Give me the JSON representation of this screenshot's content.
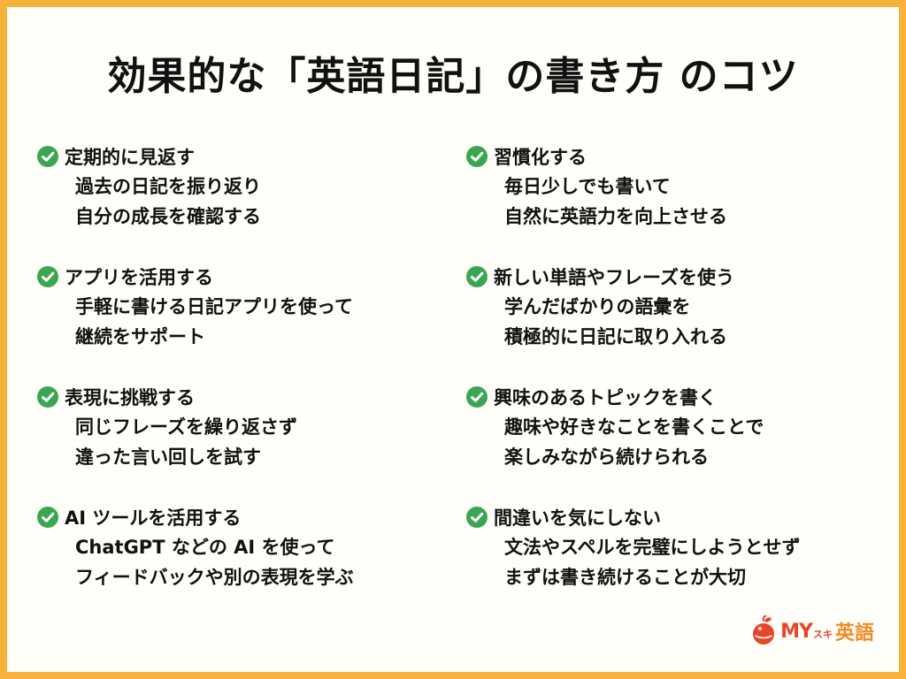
{
  "title": "効果的な「英語日記」の書き方 のコツ",
  "colors": {
    "border": "#f7b23b",
    "check": "#3aa652",
    "brand_red": "#e8452c",
    "brand_orange": "#f08a24"
  },
  "icons": {
    "tip": "check-circle-icon",
    "brand": "apple-logo-icon"
  },
  "left_tips": [
    {
      "title": "定期的に見返す",
      "lines": [
        "過去の日記を振り返り",
        "自分の成長を確認する"
      ]
    },
    {
      "title": "アプリを活用する",
      "lines": [
        "手軽に書ける日記アプリを使って",
        "継続をサポート"
      ]
    },
    {
      "title": "表現に挑戦する",
      "lines": [
        "同じフレーズを繰り返さず",
        "違った言い回しを試す"
      ]
    },
    {
      "title": "AI ツールを活用する",
      "lines": [
        "ChatGPT などの AI を使って",
        "フィードバックや別の表現を学ぶ"
      ]
    }
  ],
  "right_tips": [
    {
      "title": "習慣化する",
      "lines": [
        "毎日少しでも書いて",
        "自然に英語力を向上させる"
      ]
    },
    {
      "title": "新しい単語やフレーズを使う",
      "lines": [
        "学んだばかりの語彙を",
        "積極的に日記に取り入れる"
      ]
    },
    {
      "title": "興味のあるトピックを書く",
      "lines": [
        "趣味や好きなことを書くことで",
        "楽しみながら続けられる"
      ]
    },
    {
      "title": "間違いを気にしない",
      "lines": [
        "文法やスペルを完璧にしようとせず",
        "まずは書き続けることが大切"
      ]
    }
  ],
  "brand": {
    "my": "MY",
    "suki": "スキ",
    "eigo": "英語"
  }
}
